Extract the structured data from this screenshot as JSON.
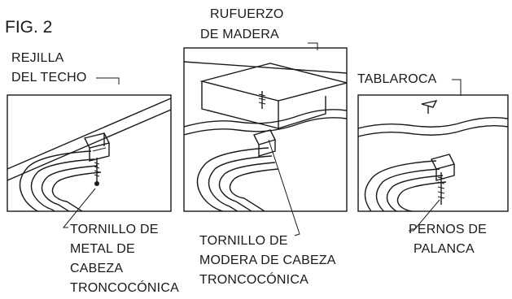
{
  "figure": {
    "label": "FIG. 2"
  },
  "panels": [
    {
      "id": "ceiling-grid",
      "top_label": [
        "REJILLA",
        "DEL TECHO"
      ],
      "bottom_label": [
        "TORNILLO DE",
        "METAL DE",
        "CABEZA",
        "TRONCOCÓNICA"
      ]
    },
    {
      "id": "wood-reinforcement",
      "top_label": [
        "RUFUERZO",
        "DE MADERA"
      ],
      "bottom_label": [
        "TORNILLO DE",
        "MODERA DE CABEZA",
        "TRONCOCÓNICA"
      ]
    },
    {
      "id": "drywall",
      "top_label": [
        "TABLAROCA"
      ],
      "bottom_label": [
        "PERNOS DE",
        "PALANCA"
      ]
    }
  ]
}
